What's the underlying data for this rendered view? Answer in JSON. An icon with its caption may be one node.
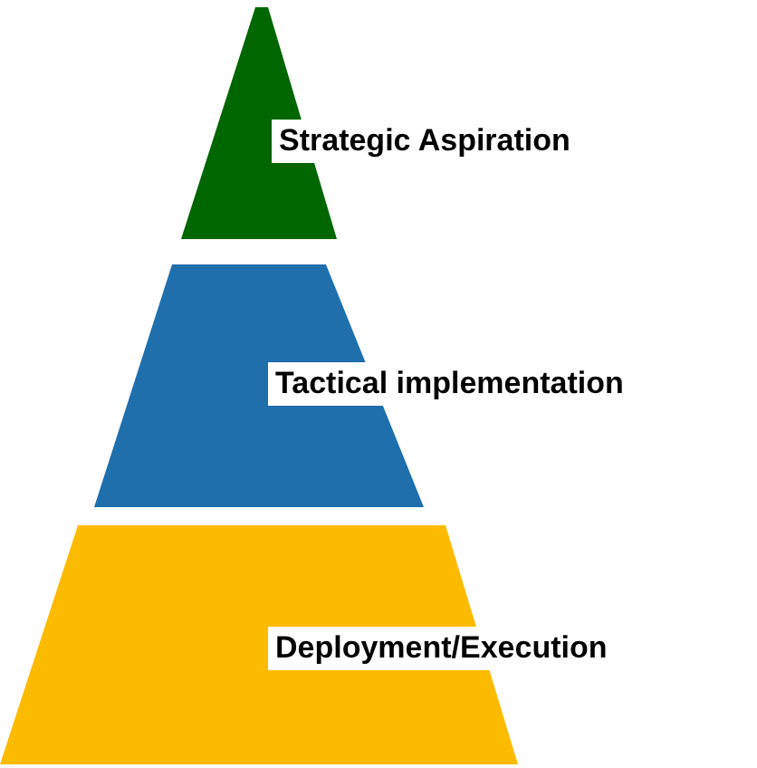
{
  "diagram": {
    "nodes": [
      {
        "text": [
          "Strategic Aspiration"
        ]
      },
      {
        "text": [
          "Tactical implementation"
        ]
      },
      {
        "text": [
          "Deployment/Execution"
        ]
      }
    ]
  }
}
